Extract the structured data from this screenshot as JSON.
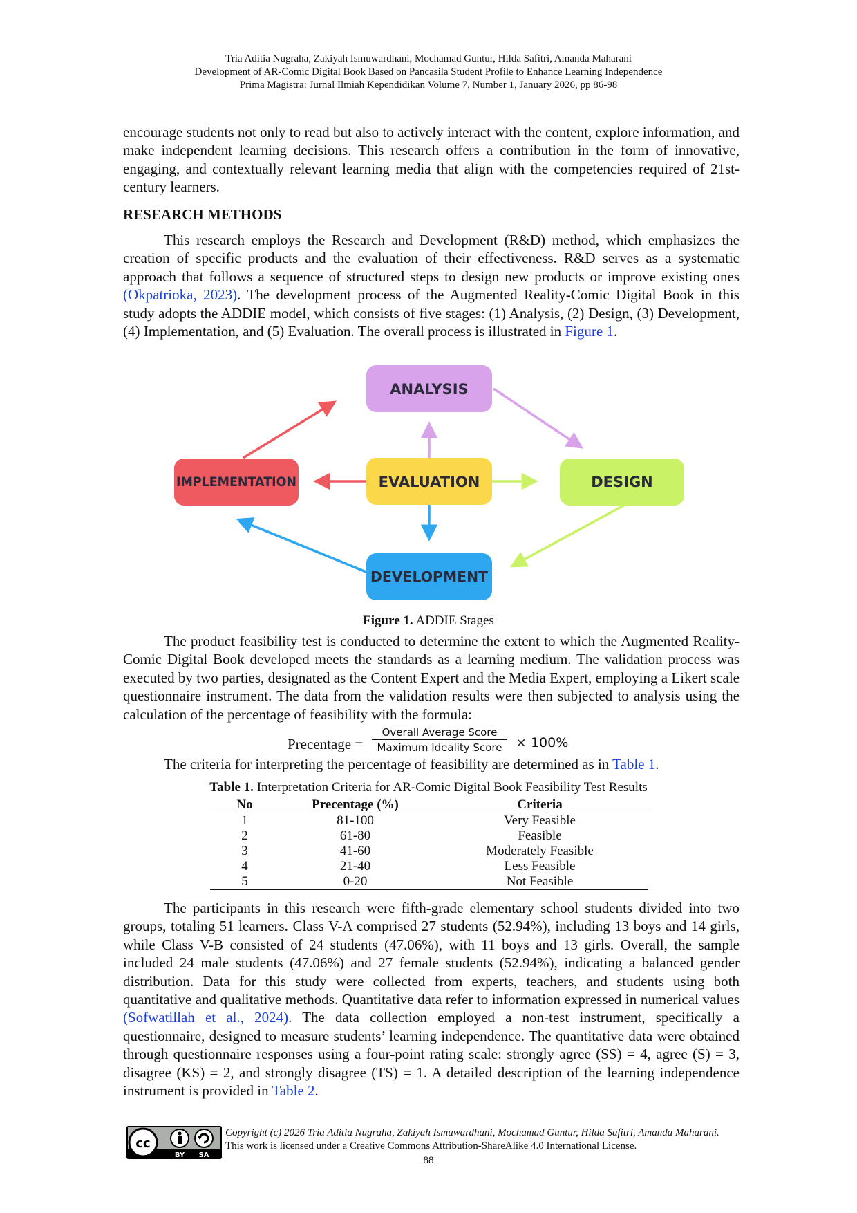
{
  "header": {
    "authors": "Tria Aditia Nugraha, Zakiyah Ismuwardhani, Mochamad Guntur, Hilda Safitri, Amanda Maharani",
    "title": "Development of AR-Comic Digital Book Based on Pancasila Student Profile to Enhance Learning Independence",
    "journal": "Prima Magistra: Jurnal Ilmiah Kependidikan Volume 7, Number 1, January 2026, pp 86-98"
  },
  "intro_paragraph": "encourage students not only to read but also to actively interact with the content, explore information, and make independent learning decisions. This research offers a contribution in the form of innovative, engaging, and contextually relevant learning media that align with the competencies required of 21st-century learners.",
  "section_heading": "RESEARCH METHODS",
  "methods_paragraph": {
    "part1": "This research employs the Research and Development (R&D) method, which emphasizes the creation of specific products and the evaluation of their effectiveness. R&D serves as a systematic approach that follows a sequence of structured steps to design new products or improve existing ones ",
    "citation": "(Okpatrioka, 2023)",
    "part2": ". The development process of the Augmented Reality-Comic Digital Book in this study adopts the ADDIE model, which consists of five stages: (1) Analysis, (2) Design, (3) Development, (4) Implementation, and (5) Evaluation. The overall process is illustrated in ",
    "figure_ref": "Figure 1",
    "part3": "."
  },
  "diagram": {
    "stages": {
      "analysis": "ANALYSIS",
      "design": "DESIGN",
      "development": "DEVELOPMENT",
      "implementation": "IMPLEMENTATION",
      "evaluation": "EVALUATION"
    },
    "colors": {
      "analysis": "#d9a3ec",
      "design": "#c9f266",
      "development": "#2fa7f0",
      "implementation": "#ef5a60",
      "evaluation": "#fbd84a",
      "text": "#2a2a3a"
    }
  },
  "figure_caption": {
    "label": "Figure 1.",
    "text": " ADDIE Stages"
  },
  "feasibility_paragraph": "The product feasibility test is conducted to determine the extent to which the Augmented Reality-Comic Digital Book developed meets the standards as a learning medium. The validation process was executed by two parties, designated as the Content Expert and the Media Expert, employing a Likert scale questionnaire instrument. The data from the validation results were then subjected to analysis using the calculation of the percentage of feasibility with the formula:",
  "formula": {
    "lhs": "Precentage =",
    "numerator": "Overall Average Score",
    "denominator": "Maximum Ideality Score",
    "rhs": "× 100%"
  },
  "criteria_sentence": {
    "text": "The criteria for interpreting the percentage of feasibility are determined as in ",
    "table_ref": "Table 1",
    "end": "."
  },
  "table1": {
    "label": "Table 1.",
    "title": " Interpretation Criteria for AR-Comic Digital Book Feasibility Test Results",
    "headers": [
      "No",
      "Precentage (%)",
      "Criteria"
    ],
    "rows": [
      [
        "1",
        "81-100",
        "Very Feasible"
      ],
      [
        "2",
        "61-80",
        "Feasible"
      ],
      [
        "3",
        "41-60",
        "Moderately Feasible"
      ],
      [
        "4",
        "21-40",
        "Less Feasible"
      ],
      [
        "5",
        "0-20",
        "Not Feasible"
      ]
    ]
  },
  "participants_paragraph": {
    "part1": "The participants in this research were fifth-grade elementary school students divided into two groups, totaling 51 learners. Class V-A comprised 27 students (52.94%), including 13 boys and 14 girls, while Class V-B consisted of 24 students (47.06%), with 11 boys and 13 girls. Overall, the sample included 24 male students (47.06%) and 27 female students (52.94%), indicating a balanced gender distribution. Data for this study were collected from experts, teachers, and students using both quantitative and qualitative methods. Quantitative data refer to information expressed in numerical values ",
    "citation": "(Sofwatillah et al., 2024)",
    "part2": ". The data collection employed a non-test instrument, specifically a questionnaire, designed to measure students’ learning independence. The quantitative data were obtained through questionnaire responses using a four-point rating scale: strongly agree (SS) = 4, agree (S) = 3, disagree (KS) = 2, and strongly disagree (TS) = 1. A detailed description of the learning independence instrument is provided in ",
    "table_ref": "Table 2",
    "part3": "."
  },
  "footer": {
    "copyright_italic": "Copyright (c) 2026 Tria Aditia Nugraha, Zakiyah Ismuwardhani, Mochamad Guntur, Hilda Safitri, Amanda Maharani.",
    "license": " This work is licensed under a Creative Commons Attribution-ShareAlike 4.0 International License.",
    "badge_by": "BY",
    "badge_sa": "SA",
    "page_number": "88"
  }
}
